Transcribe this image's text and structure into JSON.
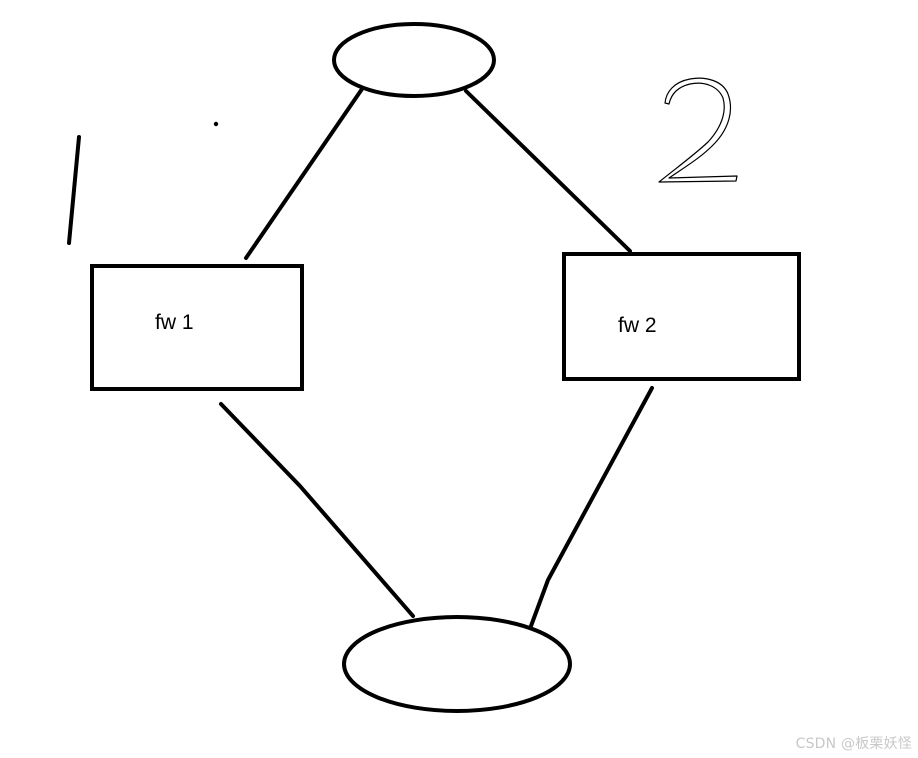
{
  "diagram": {
    "nodes": [
      {
        "id": "top",
        "shape": "ellipse",
        "label": ""
      },
      {
        "id": "fw1",
        "shape": "rectangle",
        "label": "fw 1"
      },
      {
        "id": "fw2",
        "shape": "rectangle",
        "label": "fw 2"
      },
      {
        "id": "bottom",
        "shape": "ellipse",
        "label": ""
      }
    ],
    "edges": [
      {
        "from": "top",
        "to": "fw1"
      },
      {
        "from": "top",
        "to": "fw2"
      },
      {
        "from": "fw1",
        "to": "bottom"
      },
      {
        "from": "fw2",
        "to": "bottom"
      }
    ],
    "annotations": [
      {
        "id": "mark-1",
        "text": ""
      },
      {
        "id": "mark-2",
        "text": "2"
      }
    ],
    "stroke_color": "#000000",
    "background_color": "#ffffff"
  },
  "watermark": {
    "text": "CSDN @板栗妖怪"
  }
}
